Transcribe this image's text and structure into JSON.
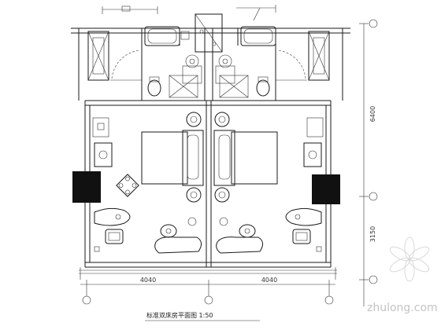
{
  "drawing": {
    "title": "标准双床房平面图 1:50",
    "dimensions": {
      "bottom_left": "4040",
      "bottom_right": "4040",
      "right_upper": "6400",
      "right_lower": "3150"
    }
  },
  "watermark": {
    "text": "zhulong.com",
    "logo": "zhulong-flower-logo"
  }
}
